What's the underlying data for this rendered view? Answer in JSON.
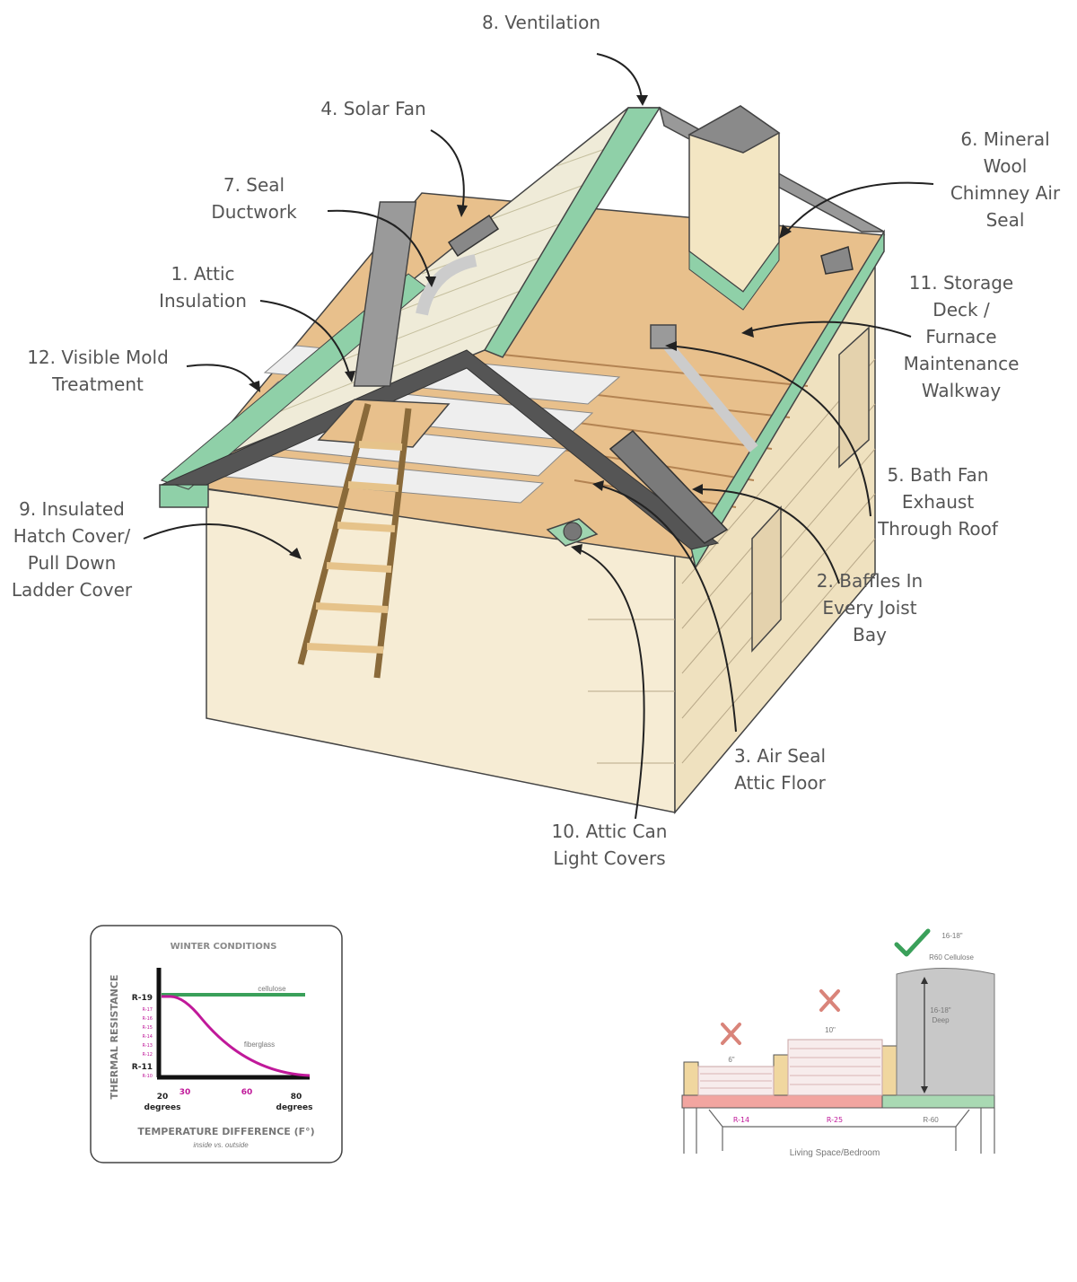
{
  "callouts": [
    {
      "id": "ventilation",
      "lines": [
        "8. Ventilation"
      ]
    },
    {
      "id": "solar_fan",
      "lines": [
        "4. Solar Fan"
      ]
    },
    {
      "id": "mineral_wool",
      "lines": [
        "6. Mineral",
        "Wool",
        "Chimney Air",
        "Seal"
      ]
    },
    {
      "id": "seal_ductwork",
      "lines": [
        "7. Seal",
        "Ductwork"
      ]
    },
    {
      "id": "attic_insulation",
      "lines": [
        "1. Attic",
        "Insulation"
      ]
    },
    {
      "id": "storage_deck",
      "lines": [
        "11. Storage",
        "Deck /",
        "Furnace",
        "Maintenance",
        "Walkway"
      ]
    },
    {
      "id": "mold_treatment",
      "lines": [
        "12. Visible Mold",
        "Treatment"
      ]
    },
    {
      "id": "bath_fan",
      "lines": [
        "5. Bath Fan",
        "Exhaust",
        "Through Roof"
      ]
    },
    {
      "id": "hatch_cover",
      "lines": [
        "9. Insulated",
        "Hatch Cover/",
        "Pull Down",
        "Ladder Cover"
      ]
    },
    {
      "id": "baffles",
      "lines": [
        "2. Baffles In",
        "Every Joist",
        "Bay"
      ]
    },
    {
      "id": "air_seal",
      "lines": [
        "3. Air Seal",
        "Attic Floor"
      ]
    },
    {
      "id": "can_light",
      "lines": [
        "10. Attic Can",
        "Light Covers"
      ]
    }
  ],
  "winter_chart": {
    "title": "WINTER CONDITIONS",
    "y_axis_title": "THERMAL RESISTANCE",
    "x_axis_title": "TEMPERATURE DIFFERENCE (F°)",
    "x_axis_subtitle": "inside vs. outside",
    "y_ticks_major": [
      "R-19",
      "R-11"
    ],
    "y_ticks_minor": [
      "R-17",
      "R-16",
      "R-15",
      "R-14",
      "R-13",
      "R-12",
      "R-10"
    ],
    "x_ticks_black": [
      {
        "value": "20",
        "unit": "degrees"
      },
      {
        "value": "80",
        "unit": "degrees"
      }
    ],
    "x_ticks_magenta": [
      "30",
      "60"
    ],
    "series": [
      {
        "name": "cellulose",
        "color": "#3aa05a"
      },
      {
        "name": "fiberglass",
        "color": "#c0199a"
      }
    ]
  },
  "depth_diagram": {
    "bays": [
      {
        "status": "bad",
        "depth": "6\"",
        "r_value": "R-14"
      },
      {
        "status": "bad",
        "depth": "10\"",
        "r_value": "R-25"
      },
      {
        "status": "good",
        "depth": "16-18\"",
        "r_value": "R-60",
        "product": "R60 Cellulose",
        "inner_label": [
          "16-18\"",
          "Deep"
        ]
      }
    ],
    "room_label": "Living Space/Bedroom"
  },
  "colors": {
    "roof_green": "#8fd0a8",
    "deck_tan": "#e8c08c",
    "wall_cream": "#f6ecd4",
    "check_green": "#3aa05a",
    "cross_red": "#d9847a",
    "fiberglass_magenta": "#c0199a"
  }
}
